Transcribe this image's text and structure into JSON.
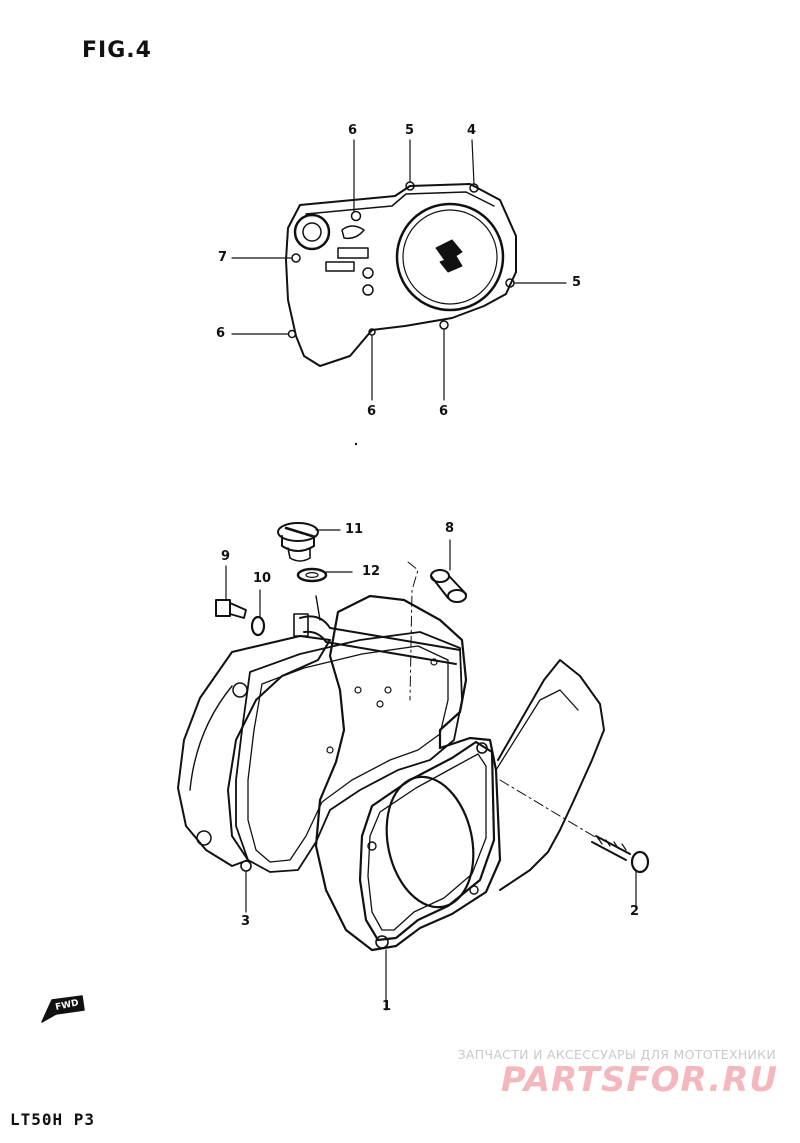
{
  "figure": {
    "title": "FIG.4",
    "model_code": "LT50H P3"
  },
  "watermark": {
    "caption": "ЗАПЧАСТИ И АКСЕССУАРЫ ДЛЯ МОТОТЕХНИКИ",
    "brand": "PARTSFOR.RU",
    "brand_color": "#f3b7bd",
    "caption_color": "#c9c9c9"
  },
  "direction_marker": {
    "text": "FWD"
  },
  "callouts": {
    "top_6a": "6",
    "top_5a": "5",
    "top_4": "4",
    "top_7": "7",
    "top_5b": "5",
    "top_6b": "6",
    "top_6c": "6",
    "top_6d": "6",
    "low_11": "11",
    "low_8": "8",
    "low_9": "9",
    "low_10": "10",
    "low_12": "12",
    "low_3": "3",
    "low_2": "2",
    "low_1": "1"
  }
}
